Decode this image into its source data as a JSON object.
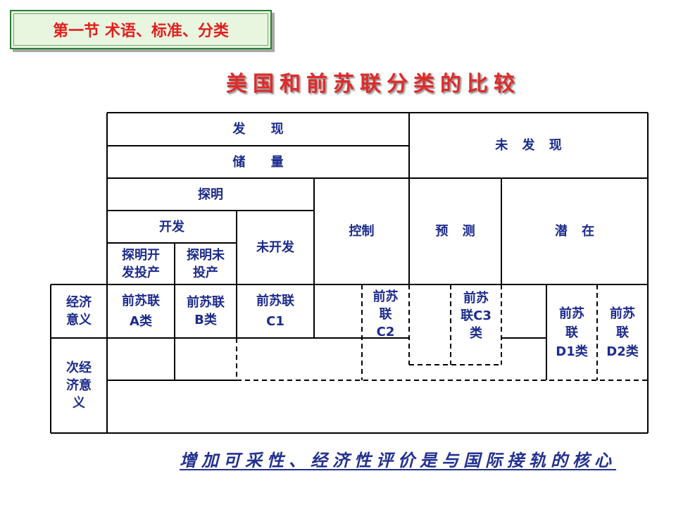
{
  "header": {
    "section_title": "第一节 术语、标准、分类"
  },
  "title": "美国和前苏联分类的比较",
  "table": {
    "discovered": "发 现",
    "reserves": "储 量",
    "undiscovered": "未 发 现",
    "proved": "探明",
    "controlled": "控制",
    "predicted": "预 测",
    "potential": "潜 在",
    "developed": "开发",
    "undeveloped": "未开发",
    "proved_developed_producing": [
      "探明开",
      "发投产"
    ],
    "proved_not_producing": [
      "探明未",
      "投产"
    ],
    "economic": [
      "经济",
      "意义"
    ],
    "subeconomic": [
      "次经",
      "济意",
      "义"
    ],
    "ussr_a": [
      "前苏联",
      "A类"
    ],
    "ussr_b": [
      "前苏联",
      "B类"
    ],
    "ussr_c1": [
      "前苏联",
      "C1"
    ],
    "ussr_c2": [
      "前苏",
      "联",
      "C2"
    ],
    "ussr_c3": [
      "前苏",
      "联C3",
      "类"
    ],
    "ussr_d1": [
      "前苏",
      "联",
      "D1类"
    ],
    "ussr_d2": [
      "前苏",
      "联",
      "D2类"
    ]
  },
  "footer": {
    "caption": "增加可采性、经济性评价是与国际接轨的核心"
  },
  "colors": {
    "header_text": "#e41e1e",
    "header_bg": "#e8f6df",
    "header_border": "#2f7d32",
    "title": "#e02a2a",
    "cell_text": "#1c2b8c",
    "caption": "#233190",
    "grid_line": "#000000"
  }
}
